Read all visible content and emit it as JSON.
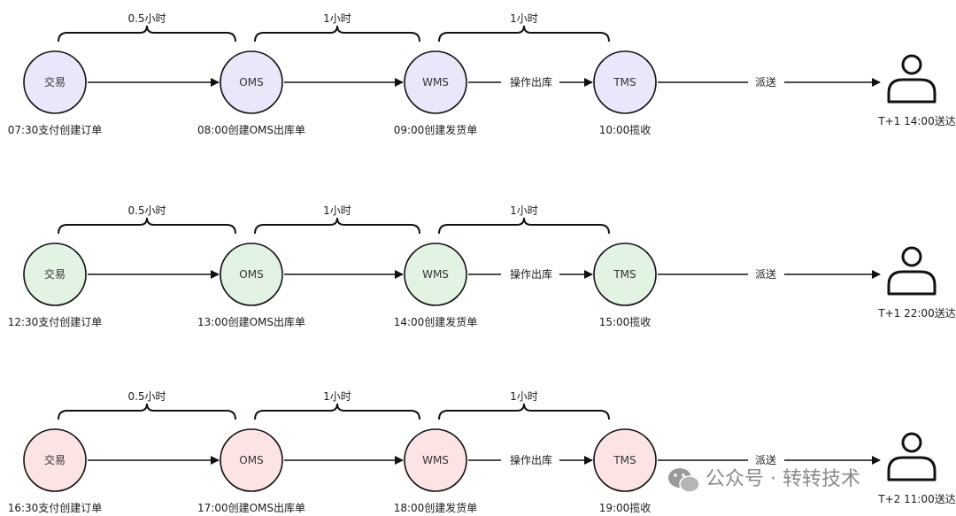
{
  "node_labels": [
    "交易",
    "OMS",
    "WMS",
    "TMS"
  ],
  "edge_labels": {
    "wms_tms": "操作出库",
    "tms_user": "派送"
  },
  "colors": {
    "stroke": "#111111",
    "row_fills": [
      "#ece6fb",
      "#e3f3e3",
      "#fde4e4"
    ]
  },
  "rows": [
    {
      "durations": [
        "0.5小时",
        "1小时",
        "1小时"
      ],
      "captions": [
        "07:30支付创建订单",
        "08:00创建OMS出库单",
        "09:00创建发货单",
        "10:00揽收"
      ],
      "delivery": "T+1 14:00送达"
    },
    {
      "durations": [
        "0.5小时",
        "1小时",
        "1小时"
      ],
      "captions": [
        "12:30支付创建订单",
        "13:00创建OMS出库单",
        "14:00创建发货单",
        "15:00揽收"
      ],
      "delivery": "T+1 22:00送达"
    },
    {
      "durations": [
        "0.5小时",
        "1小时",
        "1小时"
      ],
      "captions": [
        "16:30支付创建订单",
        "17:00创建OMS出库单",
        "18:00创建发货单",
        "19:00揽收"
      ],
      "delivery": "T+2 11:00送达"
    }
  ],
  "watermark": {
    "icon": "wechat-icon",
    "text": "公众号 · 转转技术"
  }
}
